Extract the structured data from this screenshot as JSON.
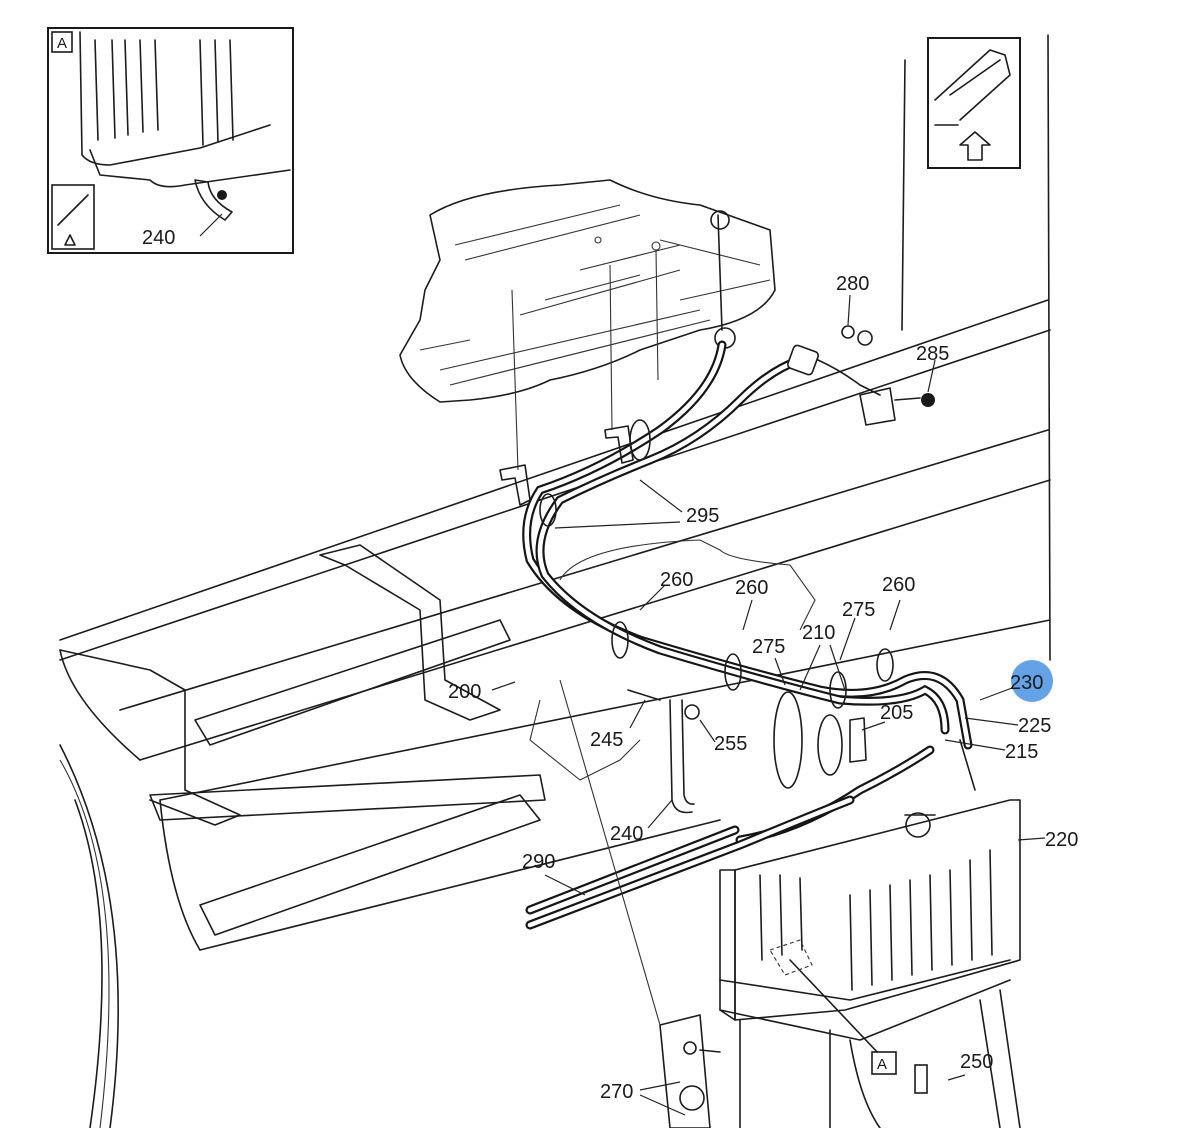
{
  "inset_a": {
    "marker": "A",
    "part_label": "240"
  },
  "callouts": {
    "c200": "200",
    "c205": "205",
    "c210": "210",
    "c215": "215",
    "c220": "220",
    "c225": "225",
    "c230": "230",
    "c240": "240",
    "c245": "245",
    "c250": "250",
    "c255": "255",
    "c260a": "260",
    "c260b": "260",
    "c260c": "260",
    "c270": "270",
    "c275a": "275",
    "c275b": "275",
    "c280": "280",
    "c285": "285",
    "c290": "290",
    "c295": "295"
  },
  "detail_marker": "A",
  "colors": {
    "line": "#1a1a1a",
    "highlight": "#4a90e2",
    "background": "#ffffff"
  }
}
